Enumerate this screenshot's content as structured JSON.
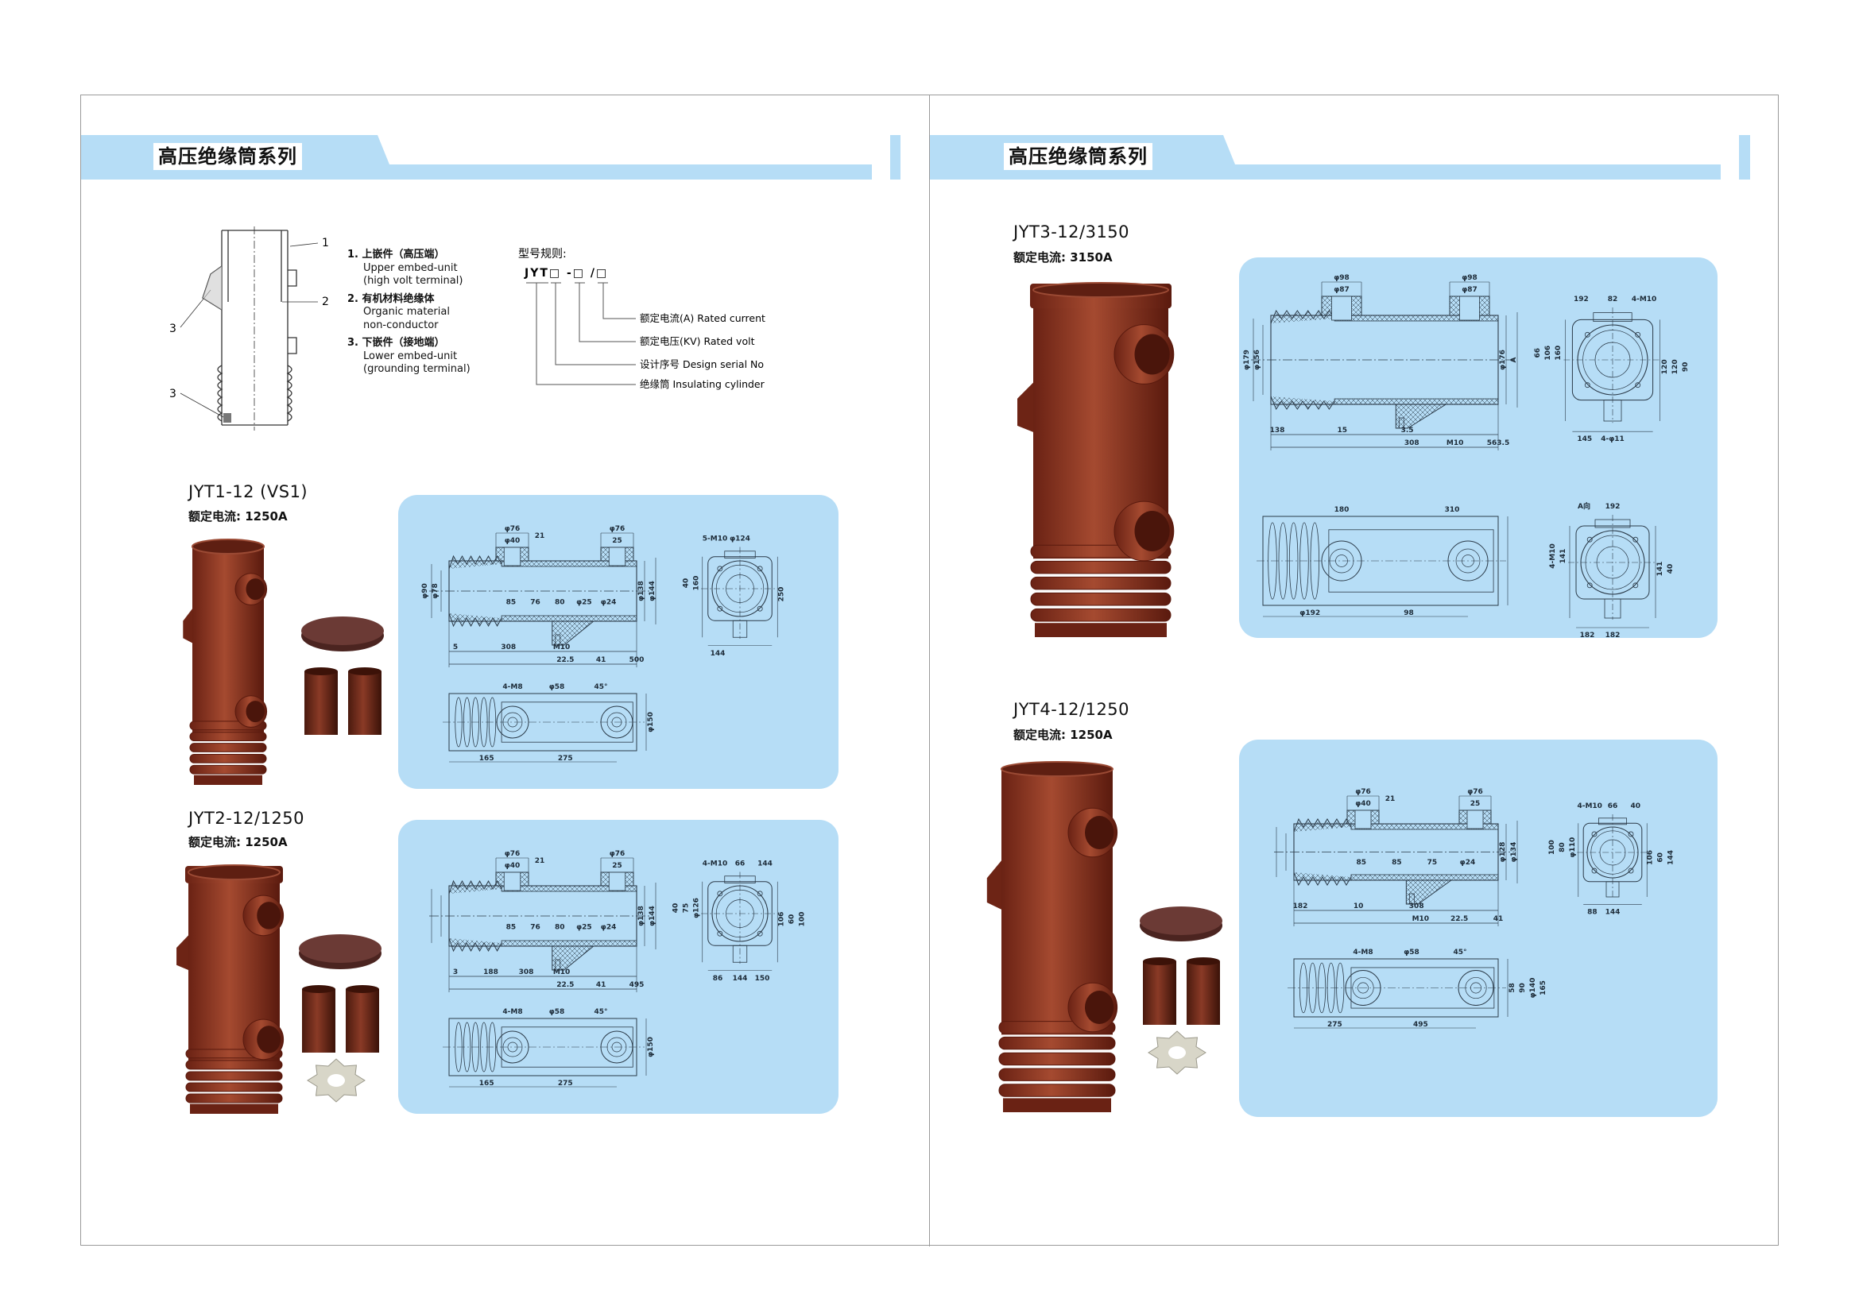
{
  "colors": {
    "band": "#b6ddf6",
    "panel": "#b6ddf6",
    "brown": "#8a3522",
    "line": "#2b3a48"
  },
  "left_page": {
    "header_title": "高压绝缘筒系列",
    "diagram_callouts": [
      "1",
      "2",
      "3",
      "3"
    ],
    "legend": [
      {
        "zh": "1. 上嵌件（高压端）",
        "en": [
          "Upper embed-unit",
          "(high volt terminal)"
        ]
      },
      {
        "zh": "2. 有机材料绝缘体",
        "en": [
          "Organic material",
          "non-conductor"
        ]
      },
      {
        "zh": "3. 下嵌件（接地端）",
        "en": [
          "Lower embed-unit",
          "(grounding terminal)"
        ]
      }
    ],
    "model_rule": {
      "heading": "型号规则:",
      "code": "JYT□ -□ /□",
      "items": [
        "额定电流(A)  Rated current",
        "额定电压(KV)  Rated volt",
        "设计序号 Design serial No",
        "绝缘筒  Insulating cylinder"
      ]
    },
    "products": [
      {
        "name": "JYT1-12 (VS1)",
        "rated": "额定电流: 1250A",
        "side_top": [
          "φ76",
          "φ40",
          "21",
          "φ76",
          "25"
        ],
        "side_left": [
          "φ90",
          "φ78"
        ],
        "side_right": [
          "φ138",
          "φ144"
        ],
        "side_inner": [
          "85",
          "76",
          "80",
          "φ25",
          "φ24"
        ],
        "side_bottom": [
          "5",
          "308",
          "M10",
          "22.5",
          "41",
          "500"
        ],
        "end": [
          "5-M10",
          "160",
          "250",
          "144",
          "φ124",
          "40"
        ],
        "plan": [
          "4-M8",
          "φ58",
          "45°",
          "φ150",
          "165",
          "275"
        ]
      },
      {
        "name": "JYT2-12/1250",
        "rated": "额定电流: 1250A",
        "side_top": [
          "φ76",
          "φ40",
          "21",
          "φ76",
          "25"
        ],
        "side_left": [],
        "side_right": [
          "φ138",
          "φ144"
        ],
        "side_inner": [
          "85",
          "76",
          "80",
          "φ25",
          "φ24"
        ],
        "side_bottom": [
          "3",
          "188",
          "308",
          "M10",
          "22.5",
          "41",
          "495"
        ],
        "end": [
          "4-M10",
          "φ126",
          "106",
          "86",
          "66",
          "75",
          "60",
          "144",
          "144",
          "40",
          "100",
          "150"
        ],
        "plan": [
          "4-M8",
          "φ58",
          "45°",
          "φ150",
          "165",
          "275"
        ]
      }
    ]
  },
  "right_page": {
    "header_title": "高压绝缘筒系列",
    "products": [
      {
        "name": "JYT3-12/3150",
        "rated": "额定电流: 3150A",
        "side_top": [
          "φ98",
          "φ87",
          "φ98",
          "φ87"
        ],
        "side_left": [
          "φ179",
          "φ156"
        ],
        "side_right": [
          "φ176",
          "A"
        ],
        "side_inner": [],
        "side_bottom": [
          "138",
          "15",
          "3.5",
          "308",
          "M10",
          "563.5"
        ],
        "end": [
          "192",
          "160",
          "120",
          "145",
          "82",
          "106",
          "120",
          "4-φ11",
          "4-M10",
          "66",
          "90"
        ],
        "plan": [
          "180",
          "310",
          "φ192",
          "98"
        ],
        "aview": [
          "A向",
          "141",
          "141",
          "182",
          "192",
          "4-M10",
          "40",
          "182"
        ]
      },
      {
        "name": "JYT4-12/1250",
        "rated": "额定电流: 1250A",
        "side_top": [
          "φ76",
          "φ40",
          "21",
          "φ76",
          "25"
        ],
        "side_left": [],
        "side_right": [
          "φ128",
          "φ134"
        ],
        "side_inner": [
          "85",
          "85",
          "75",
          "φ24"
        ],
        "side_bottom": [
          "182",
          "10",
          "308",
          "M10",
          "22.5",
          "41"
        ],
        "end": [
          "4-M10",
          "φ110",
          "106",
          "88",
          "66",
          "80",
          "60",
          "144",
          "40",
          "100",
          "144"
        ],
        "plan": [
          "4-M8",
          "φ58",
          "45°",
          "58",
          "90",
          "φ140",
          "165",
          "275",
          "495"
        ]
      }
    ]
  }
}
